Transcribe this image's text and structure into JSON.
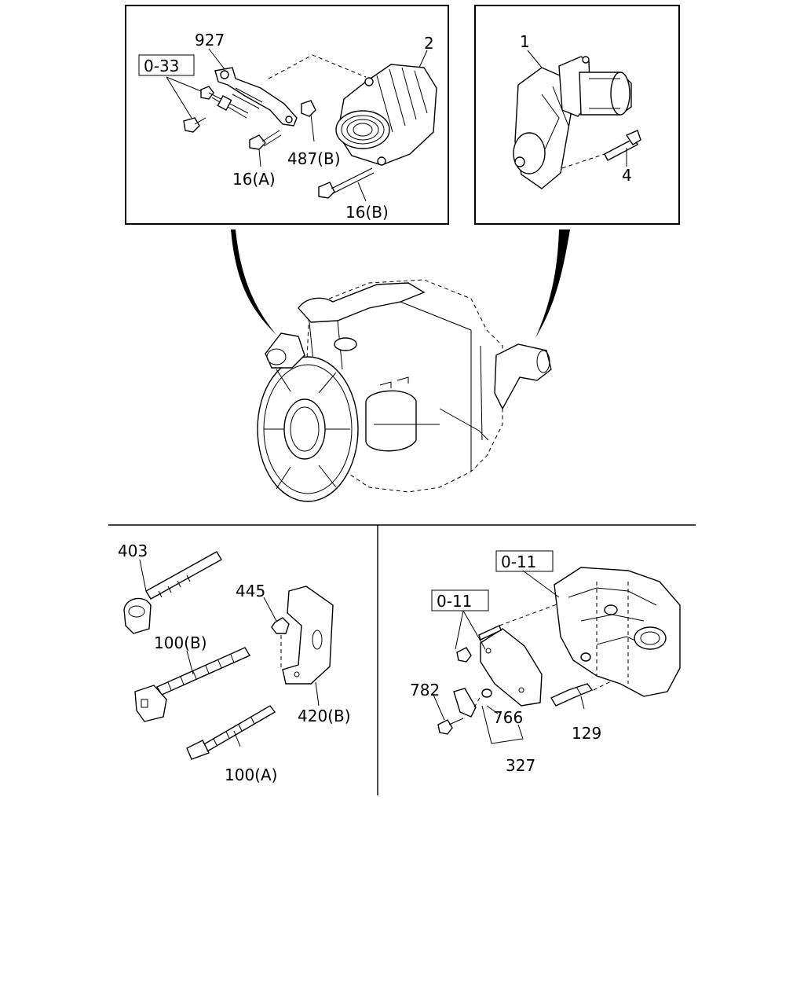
{
  "labels": {
    "p927": "927",
    "p2": "2",
    "ref_0_33": "0-33",
    "p487b": "487(B)",
    "p16a": "16(A)",
    "p16b": "16(B)",
    "p1": "1",
    "p4": "4",
    "p403": "403",
    "p445": "445",
    "p100b": "100(B)",
    "p420b": "420(B)",
    "p100a": "100(A)",
    "ref_0_11_top": "0-11",
    "ref_0_11_left": "0-11",
    "p782": "782",
    "p766": "766",
    "p129": "129",
    "p327": "327"
  }
}
